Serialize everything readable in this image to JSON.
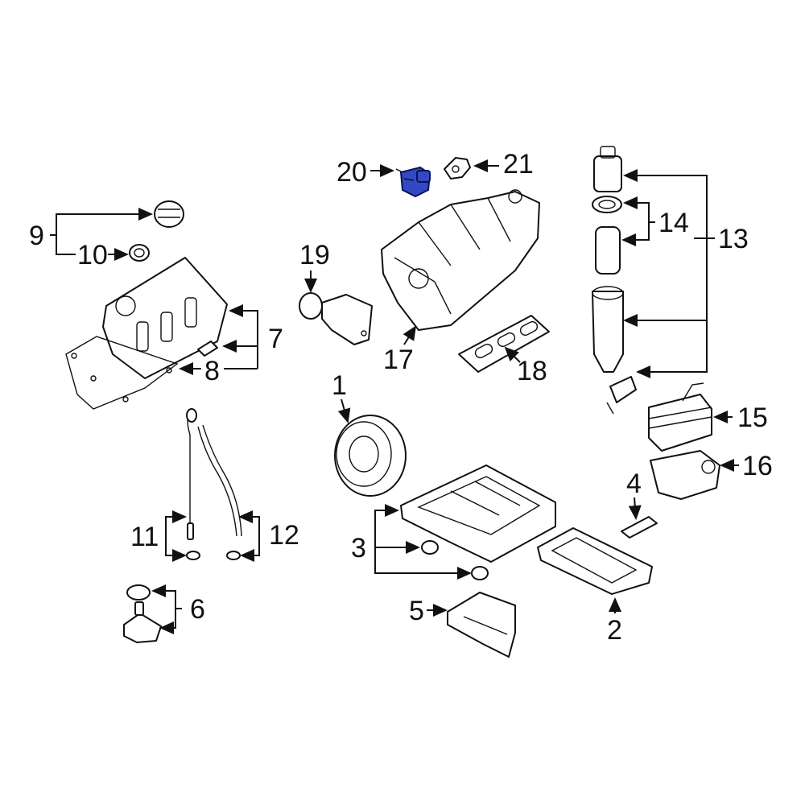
{
  "colors": {
    "line": "#111111",
    "highlight": "#3348c4",
    "background": "#ffffff"
  },
  "callouts": {
    "c1": "1",
    "c2": "2",
    "c3": "3",
    "c4": "4",
    "c5": "5",
    "c6": "6",
    "c7": "7",
    "c8": "8",
    "c9": "9",
    "c10": "10",
    "c11": "11",
    "c12": "12",
    "c13": "13",
    "c14": "14",
    "c15": "15",
    "c16": "16",
    "c17": "17",
    "c18": "18",
    "c19": "19",
    "c20": "20",
    "c21": "21"
  },
  "highlighted_part": "20"
}
